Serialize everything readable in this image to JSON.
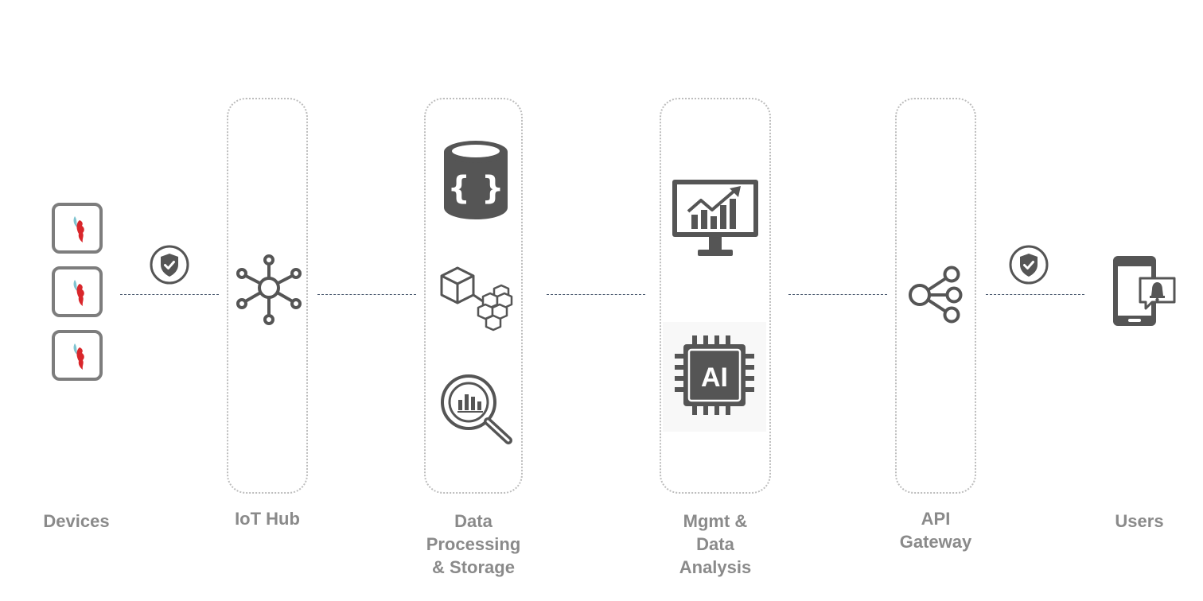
{
  "labels": {
    "devices": "Devices",
    "iot_hub": "IoT Hub",
    "data_line1": "Data",
    "data_line2": "Processing",
    "data_line3": "& Storage",
    "mgmt_line1": "Mgmt &",
    "mgmt_line2": "Data",
    "mgmt_line3": "Analysis",
    "api_line1": "API",
    "api_line2": "Gateway",
    "users": "Users"
  },
  "icons": {
    "device": "device-logo-icon",
    "security": "shield-check-icon",
    "hub": "hub-network-icon",
    "database": "json-database-icon",
    "processing": "cube-blocks-icon",
    "analytics": "magnifier-chart-icon",
    "monitor": "monitor-chart-icon",
    "ai": "ai-chip-icon",
    "api": "share-nodes-icon",
    "users": "phone-notification-icon"
  },
  "colors": {
    "icon": "#555555",
    "label": "#8a8a8a",
    "connector": "#44546a",
    "box_border": "#bdbdbd",
    "device_accent_red": "#d9262b",
    "device_accent_teal": "#7fc4d0"
  },
  "ai_chip_text": "AI"
}
